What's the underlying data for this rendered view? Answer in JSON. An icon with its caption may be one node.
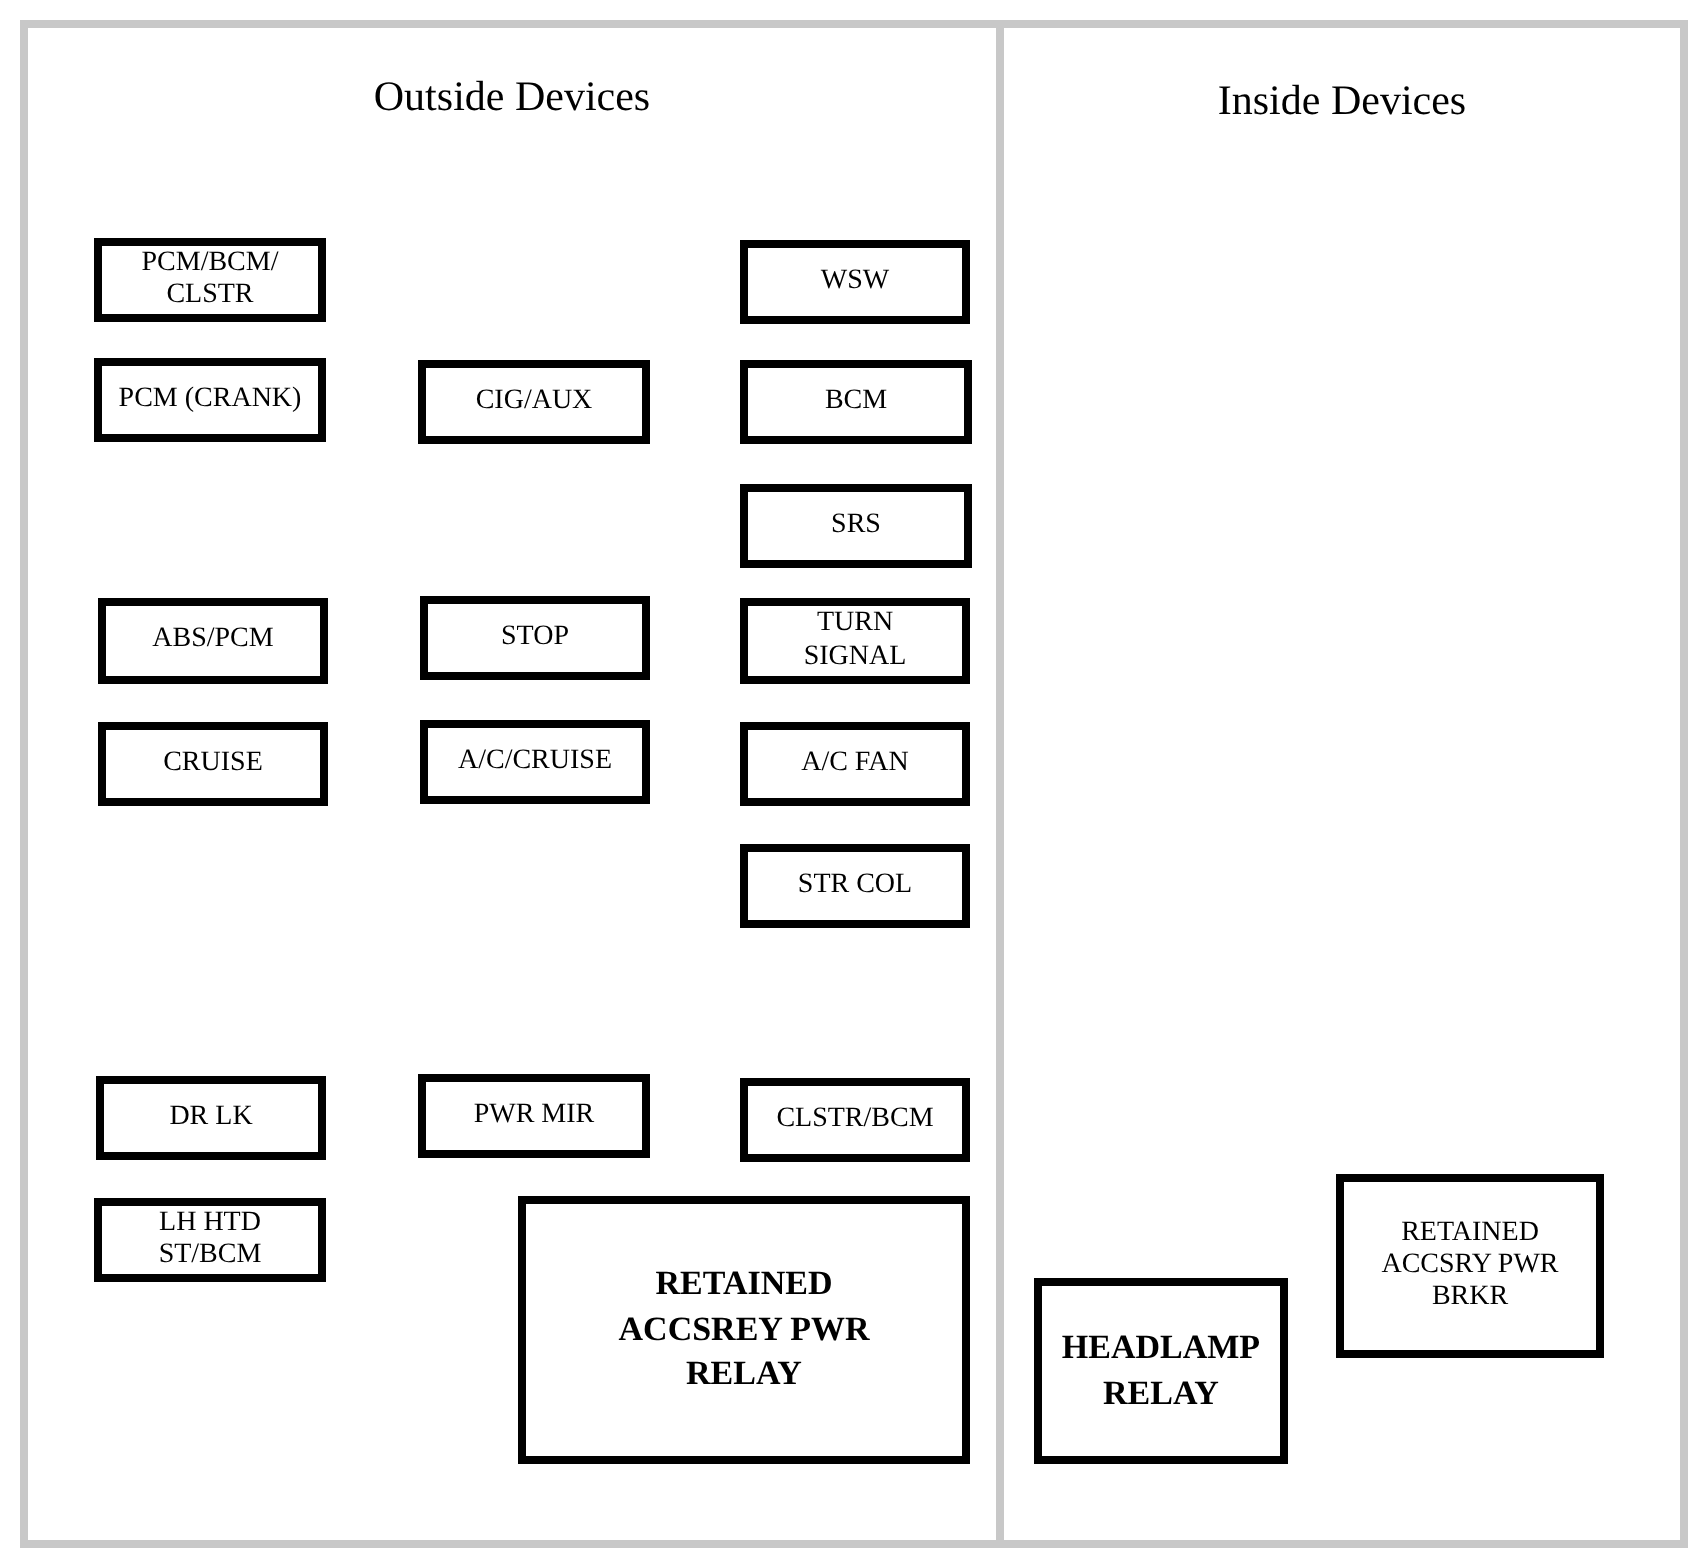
{
  "diagram": {
    "nodes": [
      {
        "text": [
          "Outside Devices"
        ]
      },
      {
        "text": [
          "Inside Devices"
        ]
      },
      {
        "text": [
          "PCM/BCM/ CLSTR"
        ],
        "in": 0
      },
      {
        "text": [
          "WSW"
        ],
        "in": 0
      },
      {
        "text": [
          "PCM (CRANK)"
        ],
        "in": 0
      },
      {
        "text": [
          "CIG/AUX"
        ],
        "in": 0
      },
      {
        "text": [
          "BCM"
        ],
        "in": 0
      },
      {
        "text": [
          "SRS"
        ],
        "in": 0
      },
      {
        "text": [
          "ABS/PCM"
        ],
        "in": 0
      },
      {
        "text": [
          "STOP"
        ],
        "in": 0
      },
      {
        "text": [
          "TURN SIGNAL"
        ],
        "in": 0
      },
      {
        "text": [
          "CRUISE"
        ],
        "in": 0
      },
      {
        "text": [
          "A/C/CRUISE"
        ],
        "in": 0
      },
      {
        "text": [
          "A/C FAN"
        ],
        "in": 0
      },
      {
        "text": [
          "STR COL"
        ],
        "in": 0
      },
      {
        "text": [
          "DR LK"
        ],
        "in": 0
      },
      {
        "text": [
          "PWR MIR"
        ],
        "in": 0
      },
      {
        "text": [
          "CLSTR/BCM"
        ],
        "in": 0
      },
      {
        "text": [
          "LH HTD ST/BCM"
        ],
        "in": 0
      },
      {
        "text": [
          "RETAINED ACCSREY PWR RELAY"
        ],
        "in": 0
      },
      {
        "text": [
          "RETAINED ACCSRY PWR BRKR"
        ],
        "in": 1
      },
      {
        "text": [
          "HEADLAMP RELAY"
        ],
        "in": 1
      }
    ]
  }
}
